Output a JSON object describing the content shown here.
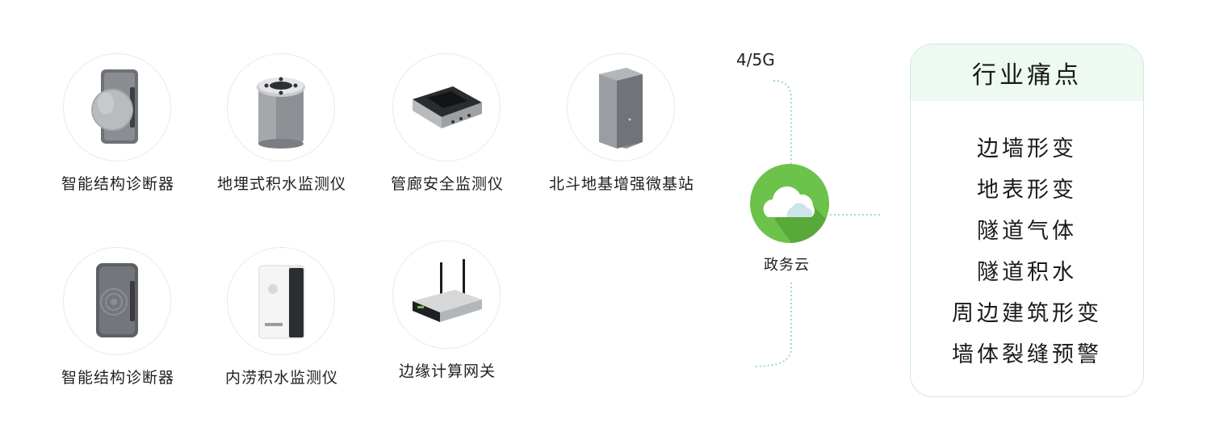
{
  "devices_row1": [
    {
      "label": "智能结构诊断器",
      "icon": "structure-diagnostic-device"
    },
    {
      "label": "地埋式积水监测仪",
      "icon": "buried-water-monitor"
    },
    {
      "label": "管廊安全监测仪",
      "icon": "pipe-gallery-monitor"
    },
    {
      "label": "北斗地基增强微基站",
      "icon": "beidou-base-station"
    }
  ],
  "devices_row2": [
    {
      "label": "智能结构诊断器",
      "icon": "structure-diagnostic-device"
    },
    {
      "label": "内涝积水监测仪",
      "icon": "waterlogging-monitor"
    },
    {
      "label": "边缘计算网关",
      "icon": "edge-gateway"
    }
  ],
  "network": {
    "label": "4/5G"
  },
  "cloud": {
    "label": "政务云",
    "color": "#6cc24a"
  },
  "panel": {
    "title": "行业痛点",
    "items": [
      "边墙形变",
      "地表形变",
      "隧道气体",
      "隧道积水",
      "周边建筑形变",
      "墙体裂缝预警"
    ]
  },
  "colors": {
    "accent": "#6cc24a",
    "line": "#7fd3a0",
    "panel_border": "#cdebd6",
    "panel_head_bg": "#eef9f1"
  }
}
